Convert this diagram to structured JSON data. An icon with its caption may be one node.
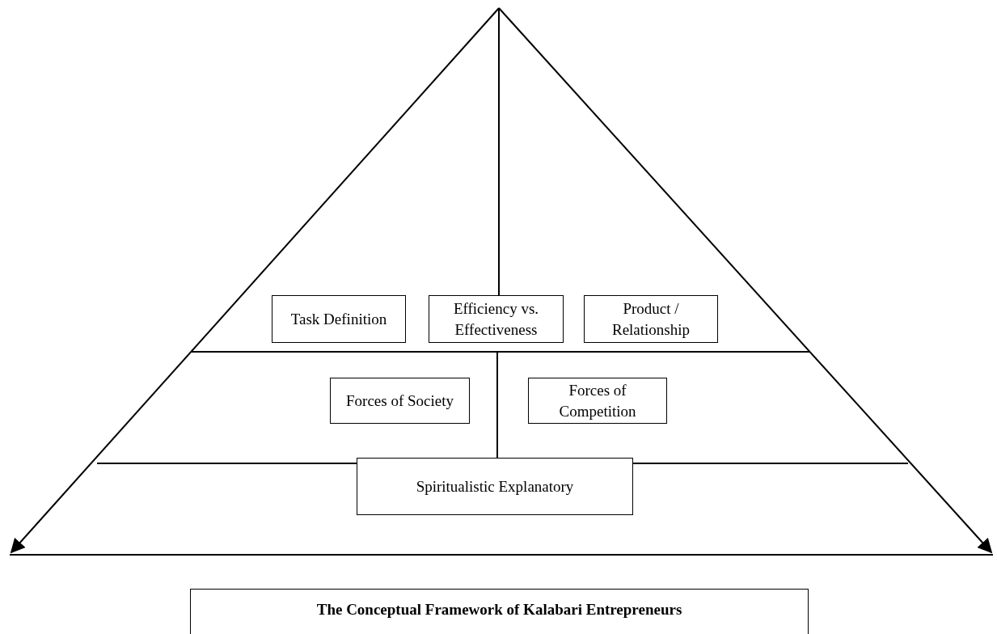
{
  "diagram": {
    "caption": "The Conceptual Framework of Kalabari Entrepreneurs",
    "nodes": [
      {
        "text": [
          "Task Definition"
        ]
      },
      {
        "text": [
          "Efficiency vs. Effectiveness"
        ]
      },
      {
        "text": [
          "Product / Relationship"
        ]
      },
      {
        "text": [
          "Forces of Society"
        ]
      },
      {
        "text": [
          "Forces of Competition"
        ]
      },
      {
        "text": [
          "Spiritualistic Explanatory"
        ]
      }
    ]
  }
}
